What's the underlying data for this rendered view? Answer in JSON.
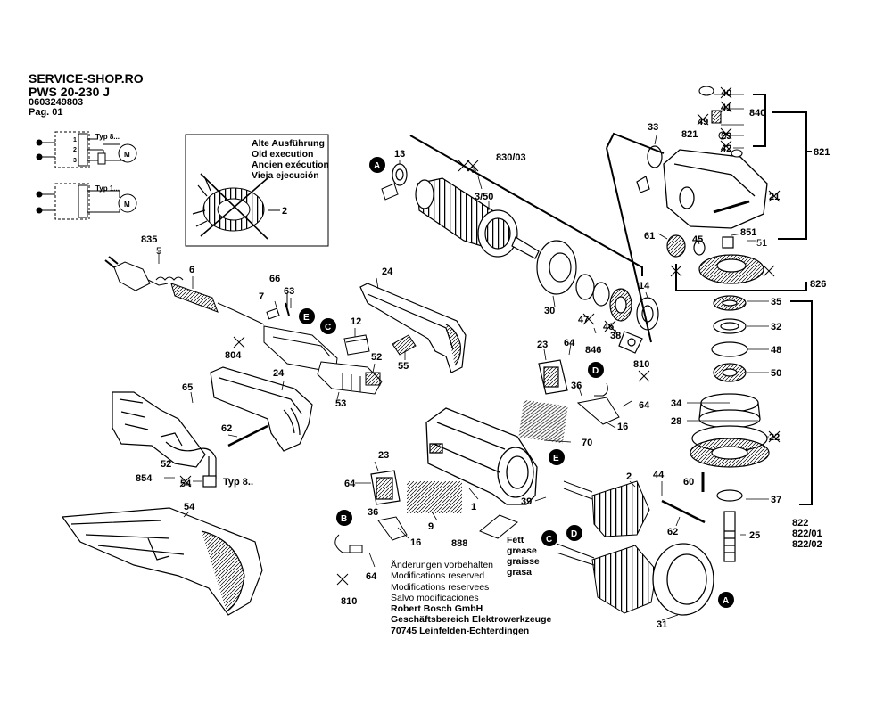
{
  "header": {
    "shop": "SERVICE-SHOP.RO",
    "model": "PWS 20-230 J",
    "part_number": "0603249803",
    "page": "Pag. 01"
  },
  "old_execution": {
    "lines": [
      "Alte Ausführung",
      "Old execution",
      "Ancien exécution",
      "Vieja ejecución"
    ],
    "ref": "2"
  },
  "wiring": {
    "typ8": "Typ 8...",
    "typ1": "Typ 1...",
    "motor": "M",
    "terminals": [
      "1",
      "2",
      "3"
    ]
  },
  "grease_note": [
    "Fett",
    "grease",
    "graisse",
    "grasa"
  ],
  "footer": {
    "changes": [
      "Änderungen vorbehalten",
      "Modifications reserved",
      "Modifications reservees",
      "Salvo modificaciones"
    ],
    "company": [
      "Robert Bosch GmbH",
      "Geschäftsbereich Elektrowerkzeuge",
      "70745 Leinfelden-Echterdingen"
    ]
  },
  "markers": [
    "A",
    "B",
    "C",
    "D",
    "E"
  ],
  "callouts": {
    "c835": "835",
    "c5": "5",
    "c6": "6",
    "c66": "66",
    "c63": "63",
    "c7": "7",
    "c24a": "24",
    "c24b": "24",
    "c12": "12",
    "c52a": "52",
    "c52b": "52",
    "c53": "53",
    "c55": "55",
    "c804": "804",
    "c65": "65",
    "c62a": "62",
    "c62b": "62",
    "c854": "854",
    "c54a": "54",
    "c54b": "54",
    "typ8": "Typ 8..",
    "c13": "13",
    "c830": "830/03",
    "c3": "3",
    "c350": "3/50",
    "c30": "30",
    "c14": "14",
    "c47": "47",
    "c46": "46",
    "c38": "38",
    "c846": "846",
    "c23a": "23",
    "c23b": "23",
    "c64a": "64",
    "c64b": "64",
    "c64c": "64",
    "c64d": "64",
    "c36a": "36",
    "c36b": "36",
    "c810a": "810",
    "c810b": "810",
    "c16a": "16",
    "c16b": "16",
    "c70": "70",
    "c1": "1",
    "c9": "9",
    "c888": "888",
    "c39": "39",
    "c2": "2",
    "c44": "44",
    "c31": "31",
    "c33": "33",
    "c40": "40",
    "c41": "41",
    "c49": "49",
    "c821a": "821",
    "c29": "29",
    "c42": "42",
    "c840": "840",
    "c821b": "821",
    "c21": "21",
    "c61": "61",
    "c45": "45",
    "c851": "851",
    "c51": "51",
    "c826": "826",
    "c35": "35",
    "c32": "32",
    "c48": "48",
    "c50": "50",
    "c34": "34",
    "c28": "28",
    "c22": "22",
    "c60": "60",
    "c37": "37",
    "c25": "25",
    "c822": "822",
    "c82201": "822/01",
    "c82202": "822/02"
  }
}
